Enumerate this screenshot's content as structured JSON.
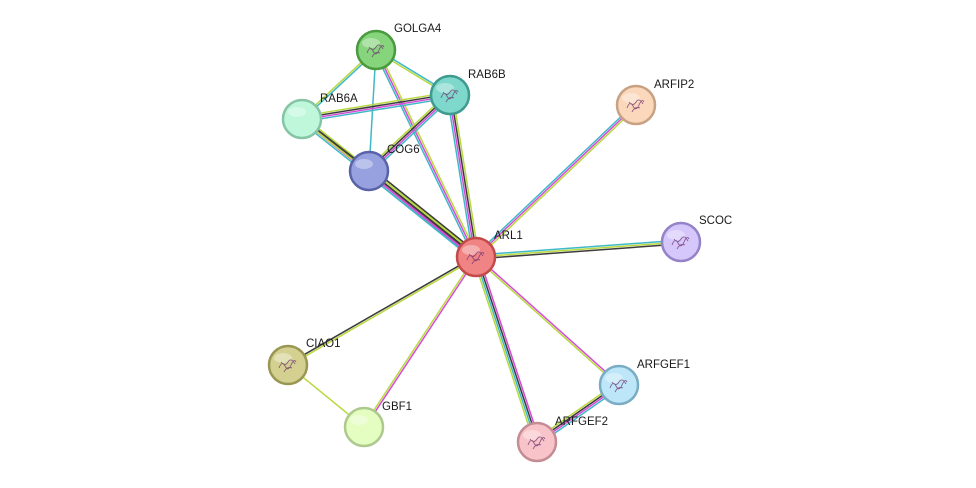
{
  "graph": {
    "nodes": [
      {
        "id": "ARL1",
        "label": "ARL1",
        "fill": "#f08484",
        "stroke": "#c34a4a",
        "has_structure": true
      },
      {
        "id": "GOLGA4",
        "label": "GOLGA4",
        "fill": "#86d47b",
        "stroke": "#4a9a40",
        "has_structure": true
      },
      {
        "id": "RAB6B",
        "label": "RAB6B",
        "fill": "#7fd8cc",
        "stroke": "#3f9a8f",
        "has_structure": true
      },
      {
        "id": "RAB6A",
        "label": "RAB6A",
        "fill": "#bff7db",
        "stroke": "#86c4a6",
        "has_structure": false
      },
      {
        "id": "COG6",
        "label": "COG6",
        "fill": "#97a1e0",
        "stroke": "#5a63a8",
        "has_structure": false
      },
      {
        "id": "ARFIP2",
        "label": "ARFIP2",
        "fill": "#fbd8bb",
        "stroke": "#c8a283",
        "has_structure": true
      },
      {
        "id": "SCOC",
        "label": "SCOC",
        "fill": "#d5c7fb",
        "stroke": "#9483c7",
        "has_structure": true
      },
      {
        "id": "CIAO1",
        "label": "CIAO1",
        "fill": "#d4d190",
        "stroke": "#9a9654",
        "has_structure": true
      },
      {
        "id": "GBF1",
        "label": "GBF1",
        "fill": "#e4fdc1",
        "stroke": "#aec98d",
        "has_structure": false
      },
      {
        "id": "ARFGEF1",
        "label": "ARFGEF1",
        "fill": "#bde6f8",
        "stroke": "#7aadc4",
        "has_structure": true
      },
      {
        "id": "ARFGEF2",
        "label": "ARFGEF2",
        "fill": "#f8c4ca",
        "stroke": "#c48d94",
        "has_structure": true
      }
    ],
    "edges": [
      {
        "from": "ARL1",
        "to": "GOLGA4",
        "colors": [
          "#3fb8c8",
          "#d64bd6",
          "#b9d940"
        ]
      },
      {
        "from": "ARL1",
        "to": "RAB6B",
        "colors": [
          "#3fb8c8",
          "#d64bd6",
          "#3b3b3b",
          "#b9d940"
        ]
      },
      {
        "from": "ARL1",
        "to": "RAB6A",
        "colors": [
          "#3fb8c8",
          "#d64bd6",
          "#3b3b3b",
          "#b9d940"
        ]
      },
      {
        "from": "ARL1",
        "to": "COG6",
        "colors": [
          "#3fb8c8",
          "#d64bd6",
          "#3b3b3b",
          "#b9d940",
          "#3b3b3b"
        ]
      },
      {
        "from": "ARL1",
        "to": "ARFIP2",
        "colors": [
          "#3fb8c8",
          "#d64bd6",
          "#b9d940"
        ]
      },
      {
        "from": "ARL1",
        "to": "SCOC",
        "colors": [
          "#3fb8c8",
          "#b9d940",
          "#3b3b3b"
        ]
      },
      {
        "from": "ARL1",
        "to": "CIAO1",
        "colors": [
          "#b9d940",
          "#3b3b3b"
        ]
      },
      {
        "from": "ARL1",
        "to": "GBF1",
        "colors": [
          "#d64bd6",
          "#b9d940"
        ]
      },
      {
        "from": "ARL1",
        "to": "ARFGEF1",
        "colors": [
          "#d64bd6",
          "#b9d940"
        ]
      },
      {
        "from": "ARL1",
        "to": "ARFGEF2",
        "colors": [
          "#d64bd6",
          "#3b3b3b",
          "#3fb8c8",
          "#b9d940"
        ]
      },
      {
        "from": "GOLGA4",
        "to": "RAB6B",
        "colors": [
          "#3fb8c8",
          "#b9d940"
        ]
      },
      {
        "from": "GOLGA4",
        "to": "RAB6A",
        "colors": [
          "#3fb8c8",
          "#b9d940"
        ]
      },
      {
        "from": "GOLGA4",
        "to": "COG6",
        "colors": [
          "#3fb8c8"
        ]
      },
      {
        "from": "RAB6B",
        "to": "RAB6A",
        "colors": [
          "#3fb8c8",
          "#d64bd6",
          "#3b3b3b",
          "#b9d940"
        ]
      },
      {
        "from": "RAB6B",
        "to": "COG6",
        "colors": [
          "#3fb8c8",
          "#d64bd6",
          "#3b3b3b",
          "#b9d940"
        ]
      },
      {
        "from": "RAB6A",
        "to": "COG6",
        "colors": [
          "#3b3b3b",
          "#b9d940"
        ]
      },
      {
        "from": "ARFGEF1",
        "to": "ARFGEF2",
        "colors": [
          "#3fb8c8",
          "#d64bd6",
          "#3b3b3b",
          "#b9d940"
        ]
      },
      {
        "from": "CIAO1",
        "to": "GBF1",
        "colors": [
          "#b9d940"
        ]
      }
    ]
  }
}
